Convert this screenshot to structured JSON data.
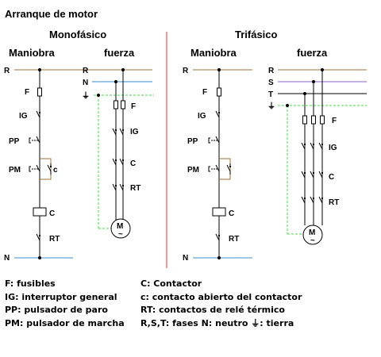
{
  "title": "Arranque de motor",
  "sections": {
    "mono": "Monofásico",
    "tri": "Trifásico",
    "maniobra": "Maniobra",
    "fuerza": "fuerza"
  },
  "labels": {
    "R": "R",
    "S": "S",
    "T": "T",
    "N": "N",
    "earth": "⏚",
    "F": "F",
    "IG": "IG",
    "PP": "PP",
    "PM": "PM",
    "c": "c",
    "C": "C",
    "RT": "RT",
    "M": "M",
    "tilde": "~"
  },
  "legend": {
    "left": [
      "F: fusibles",
      "IG: interruptor general",
      "PP: pulsador de paro",
      "PM: pulsador de marcha"
    ],
    "right": [
      "C: Contactor",
      "c: contacto abierto del contactor",
      "RT: contactos de relé térmico",
      "R,S,T: fases   N: neutro    ⏚: tierra"
    ]
  },
  "colors": {
    "phase_line": "#a0703a",
    "neutral_line": "#3a8fd0",
    "ground_line": "#44dd44",
    "divider": "#ee3333",
    "wire": "#000000",
    "node": "#000000"
  }
}
